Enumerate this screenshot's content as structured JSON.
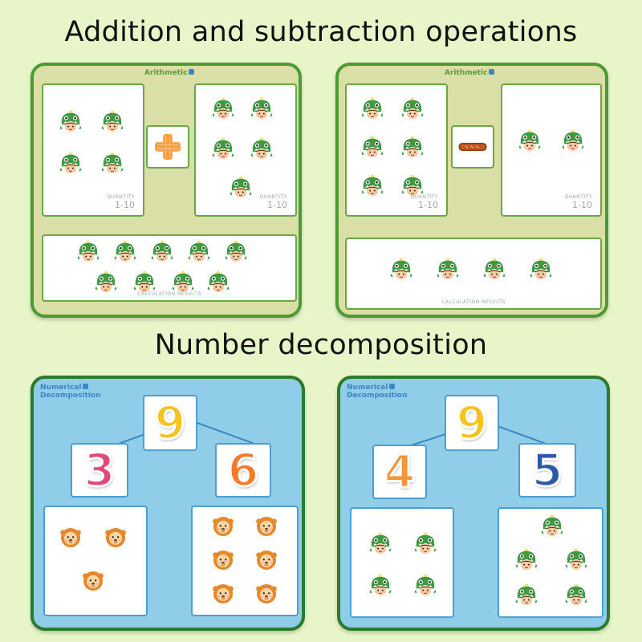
{
  "headings": {
    "top": "Addition and subtraction operations",
    "bottom": "Number decomposition"
  },
  "arith_board": {
    "title": "Arithmetic",
    "quantity_label": "QUANTITY",
    "quantity_range": "1-10",
    "result_label": "CALCULATION RESULTS"
  },
  "decomp_board": {
    "title_line1": "Numerical",
    "title_line2": "Decomposition"
  },
  "addition": {
    "left_count": 4,
    "operator": "plus-icon",
    "right_count": 5,
    "result_count": 9
  },
  "subtraction": {
    "left_count": 6,
    "operator": "minus-icon",
    "right_count": 2,
    "result_count": 4
  },
  "decomp1": {
    "total": "9",
    "left": "3",
    "right": "6",
    "left_count": 3,
    "right_count": 6,
    "sticker": "lion-icon"
  },
  "decomp2": {
    "total": "9",
    "left": "4",
    "right": "5",
    "left_count": 4,
    "right_count": 5,
    "sticker": "dino-icon"
  },
  "colors": {
    "background": "#e8f5c8",
    "green_board": "#d9dfa6",
    "green_border": "#4c9a32",
    "blue_board": "#8fcde9",
    "digit_9": "#f6c21c",
    "digit_3": "#e0497a",
    "digit_6": "#f47a2c",
    "digit_4": "#f5953a",
    "digit_5": "#2c5aa8"
  }
}
